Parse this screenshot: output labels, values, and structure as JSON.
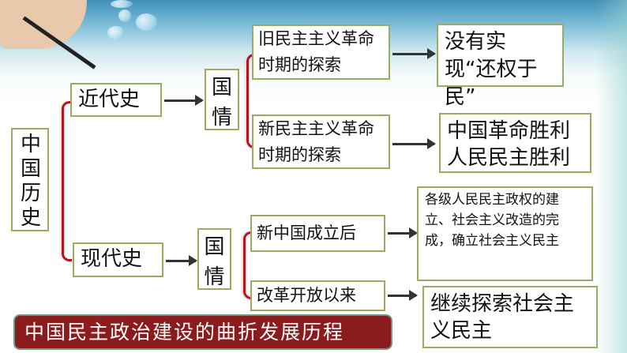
{
  "root": "中国历史",
  "modern_history": {
    "label": "近代史",
    "condition": "国情",
    "branches": [
      {
        "label": "旧民主主义革命时期的探索",
        "result": "没有实现“还权于民”"
      },
      {
        "label": "新民主主义革命时期的探索",
        "result": "中国革命胜利人民民主胜利"
      }
    ]
  },
  "contemporary_history": {
    "label": "现代史",
    "condition": "国情",
    "branches": [
      {
        "label": "新中国成立后",
        "result": "各级人民民主政权的建立、社会主义改造的完成，确立社会主义民主"
      },
      {
        "label": "改革开放以来",
        "result": "继续探索社会主义民主"
      }
    ]
  },
  "banner": "中国民主政治建设的曲折发展历程"
}
